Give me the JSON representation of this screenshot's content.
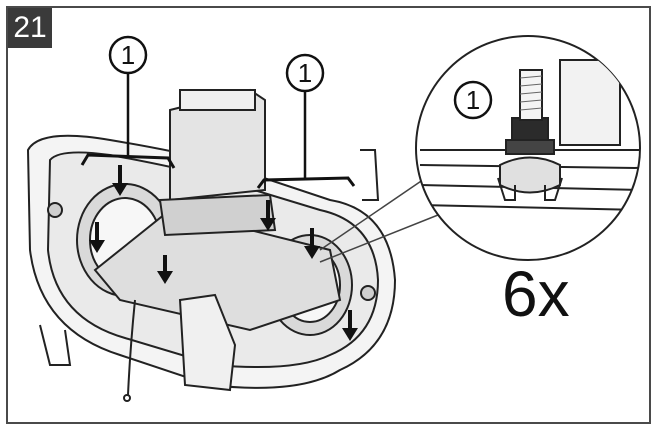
{
  "step": {
    "number": "21"
  },
  "callouts": {
    "left": "1",
    "middle": "1",
    "detail": "1"
  },
  "count": "6x",
  "colors": {
    "ink": "#111111",
    "badge": "#3a3a3a",
    "part_fill": "#e6e6e6"
  }
}
